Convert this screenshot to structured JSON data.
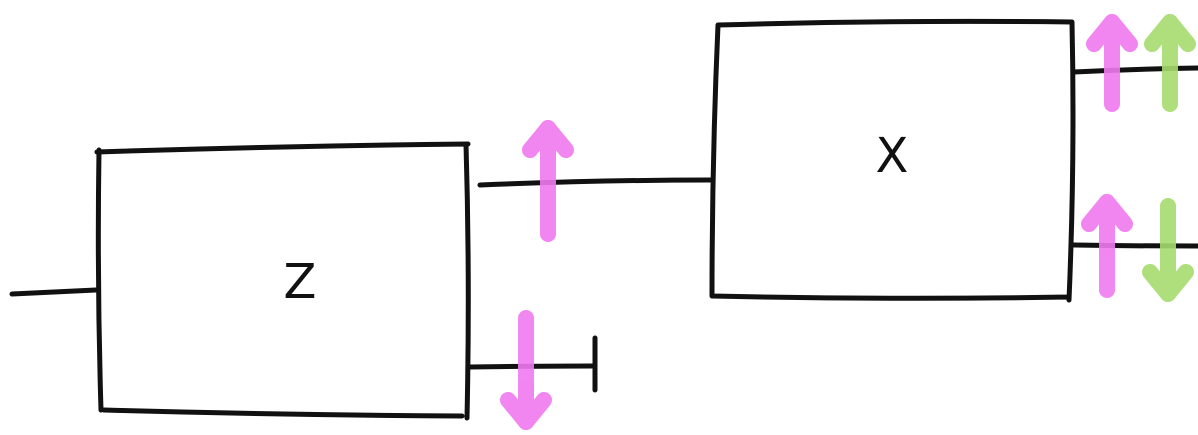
{
  "blocks": [
    {
      "id": "z",
      "label": "Z"
    },
    {
      "id": "x",
      "label": "X"
    }
  ],
  "arrow_colors": {
    "magenta": "#f07af0",
    "green": "#a6dc6e"
  },
  "arrows": [
    {
      "id": "z-to-x-wire",
      "direction": "up",
      "color": "magenta"
    },
    {
      "id": "z-terminated-output",
      "direction": "down",
      "color": "magenta"
    },
    {
      "id": "x-top-output-1",
      "direction": "up",
      "color": "magenta"
    },
    {
      "id": "x-top-output-2",
      "direction": "up",
      "color": "green"
    },
    {
      "id": "x-bottom-output-1",
      "direction": "up",
      "color": "magenta"
    },
    {
      "id": "x-bottom-output-2",
      "direction": "down",
      "color": "green"
    }
  ]
}
